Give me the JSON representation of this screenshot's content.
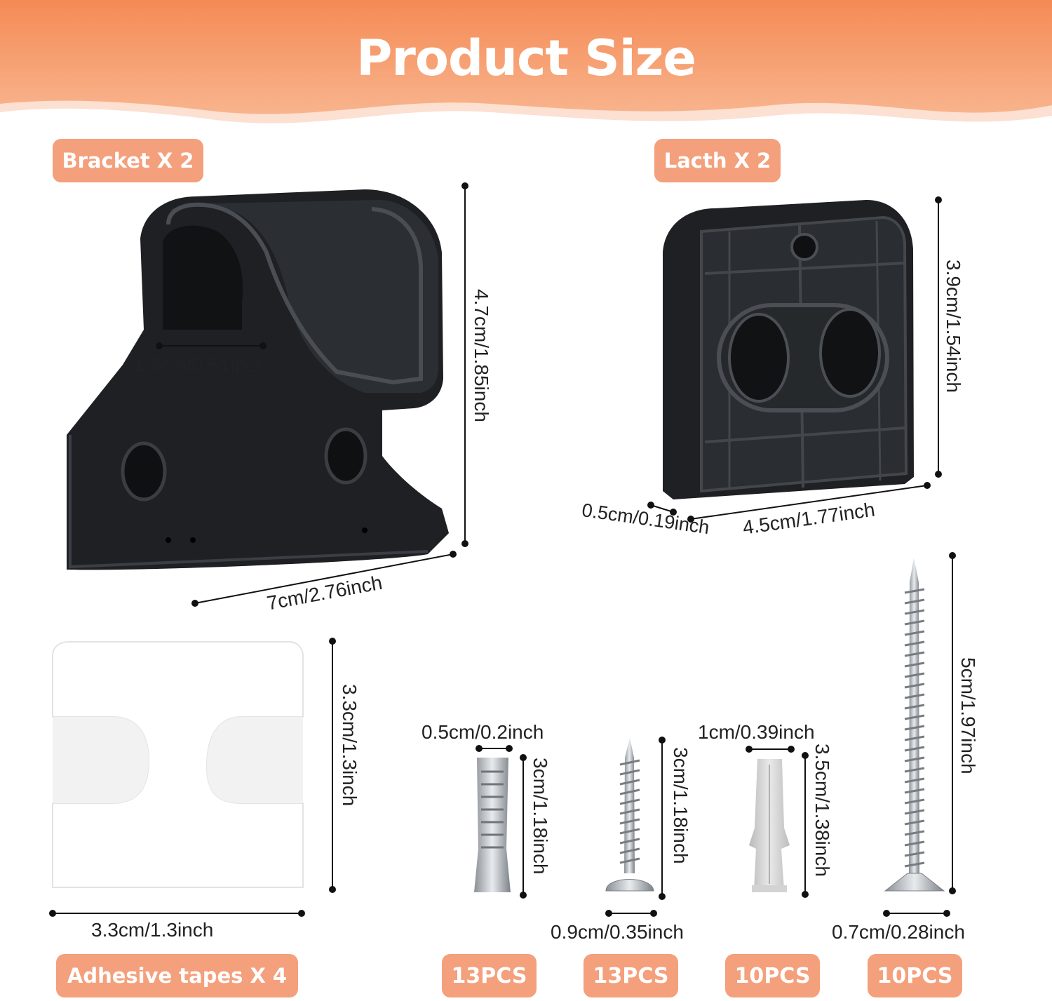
{
  "header": {
    "title": "Product Size",
    "color_top": "#f58a55",
    "color_bottom": "#f8b48d"
  },
  "accent_color": "#f4a07c",
  "items": {
    "bracket": {
      "label": "Bracket X 2",
      "height": "4.7cm/1.85inch",
      "width": "7cm/2.76inch",
      "slot": "1.3cm/0.51inch"
    },
    "latch": {
      "label": "Lacth X 2",
      "height": "3.9cm/1.54inch",
      "width": "4.5cm/1.77inch",
      "thickness": "0.5cm/0.19inch"
    },
    "adhesive": {
      "label": "Adhesive tapes X 4",
      "height": "3.3cm/1.3inch",
      "width": "3.3cm/1.3inch"
    },
    "anchor_small": {
      "width": "0.5cm/0.2inch",
      "length": "3cm/1.18inch",
      "qty": "13PCS"
    },
    "screw_small": {
      "length": "3cm/1.18inch",
      "head": "0.9cm/0.35inch",
      "qty": "13PCS"
    },
    "anchor_large": {
      "width": "1cm/0.39inch",
      "length": "3.5cm/1.38inch",
      "qty": "10PCS"
    },
    "screw_large": {
      "length": "5cm/1.97inch",
      "head": "0.7cm/0.28inch",
      "qty": "10PCS"
    }
  }
}
